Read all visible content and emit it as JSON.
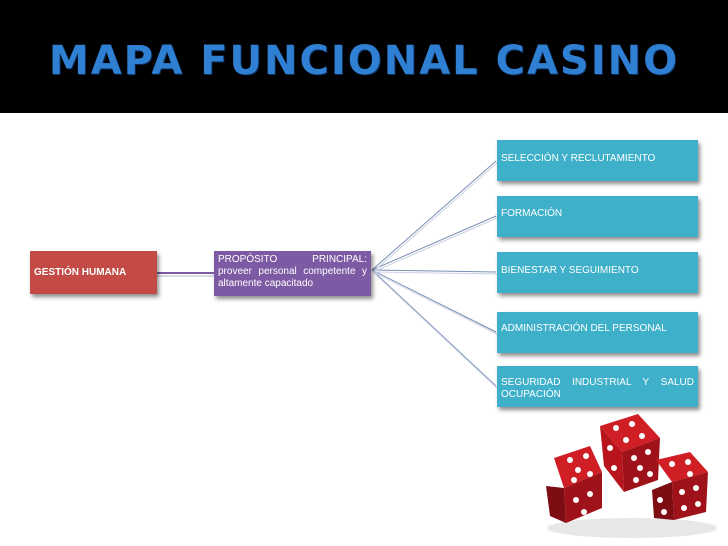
{
  "header": {
    "title": "MAPA FUNCIONAL CASINO"
  },
  "diagram": {
    "root": "GESTIÓN HUMANA",
    "purpose": "PROPÓSITO PRINCIPAL: proveer personal competente y altamente capacitado",
    "functions": [
      "SELECCIÓN Y RECLUTAMIENTO",
      "FORMACIÓN",
      "BIENESTAR Y SEGUIMIENTO",
      "ADMINISTRACIÓN DEL PERSONAL",
      "SEGURIDAD INDUSTRIAL Y SALUD OCUPACIÓN"
    ]
  },
  "colors": {
    "root": "#c44b45",
    "purpose": "#7d5aa4",
    "function": "#3eb0c9",
    "connector": "#7a8fb5",
    "title": "#2f7fd2",
    "dice": "#c8161e"
  },
  "illustration": {
    "icon": "dice-icon"
  }
}
